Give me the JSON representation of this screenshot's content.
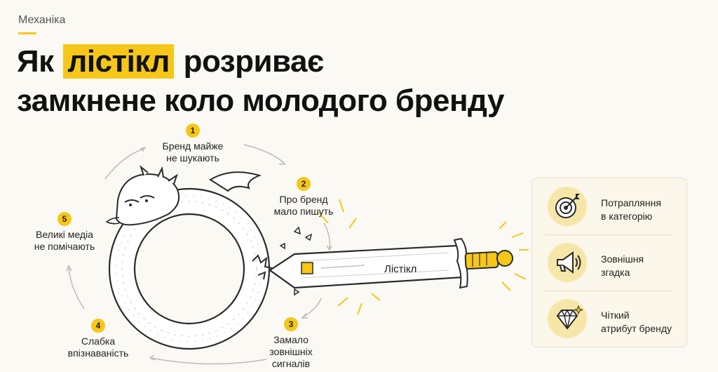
{
  "eyebrow": "Механіка",
  "title": {
    "line1_pre": "Як",
    "line1_highlight": "лістікл",
    "line1_post": "розриває",
    "line2": "замкнене коло молодого бренду"
  },
  "cycle_steps": [
    {
      "number": "1",
      "text": "Бренд майже\nне шукають"
    },
    {
      "number": "2",
      "text": "Про бренд\nмало пишуть"
    },
    {
      "number": "3",
      "text": "Замало\nзовнішніх\nсигналів"
    },
    {
      "number": "4",
      "text": "Слабка\nвпізнаваність"
    },
    {
      "number": "5",
      "text": "Великі медіа\nне помічають"
    }
  ],
  "sword_label": "Лістікл",
  "benefits": [
    {
      "icon": "target-icon",
      "text": "Потрапляння\nв категорію"
    },
    {
      "icon": "megaphone-icon",
      "text": "Зовнішня\nзгадка"
    },
    {
      "icon": "diamond-icon",
      "text": "Чіткий\nатрибут бренду"
    }
  ],
  "colors": {
    "accent": "#f6c719",
    "background": "#fbf9f4",
    "panel": "#fbf7ea"
  }
}
